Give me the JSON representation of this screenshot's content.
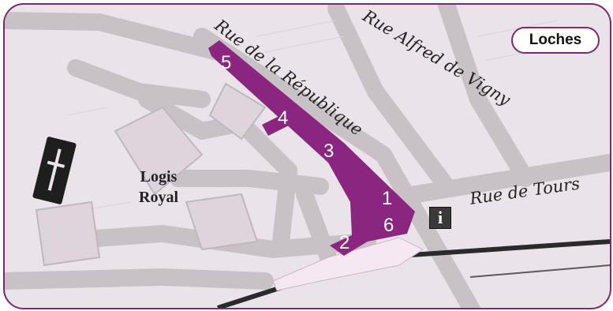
{
  "map": {
    "title": "Loches",
    "accent_color": "#8b2680",
    "streets": {
      "republique": "Rue de la République",
      "vigny": "Rue Alfred de Vigny",
      "tours": "Rue de Tours"
    },
    "poi": {
      "logis_royal_line1": "Logis",
      "logis_royal_line2": "Royal"
    },
    "route_markers": [
      "1",
      "2",
      "3",
      "4",
      "5",
      "6"
    ],
    "info_symbol": "i",
    "compass_icon": "north-arrow-icon"
  }
}
